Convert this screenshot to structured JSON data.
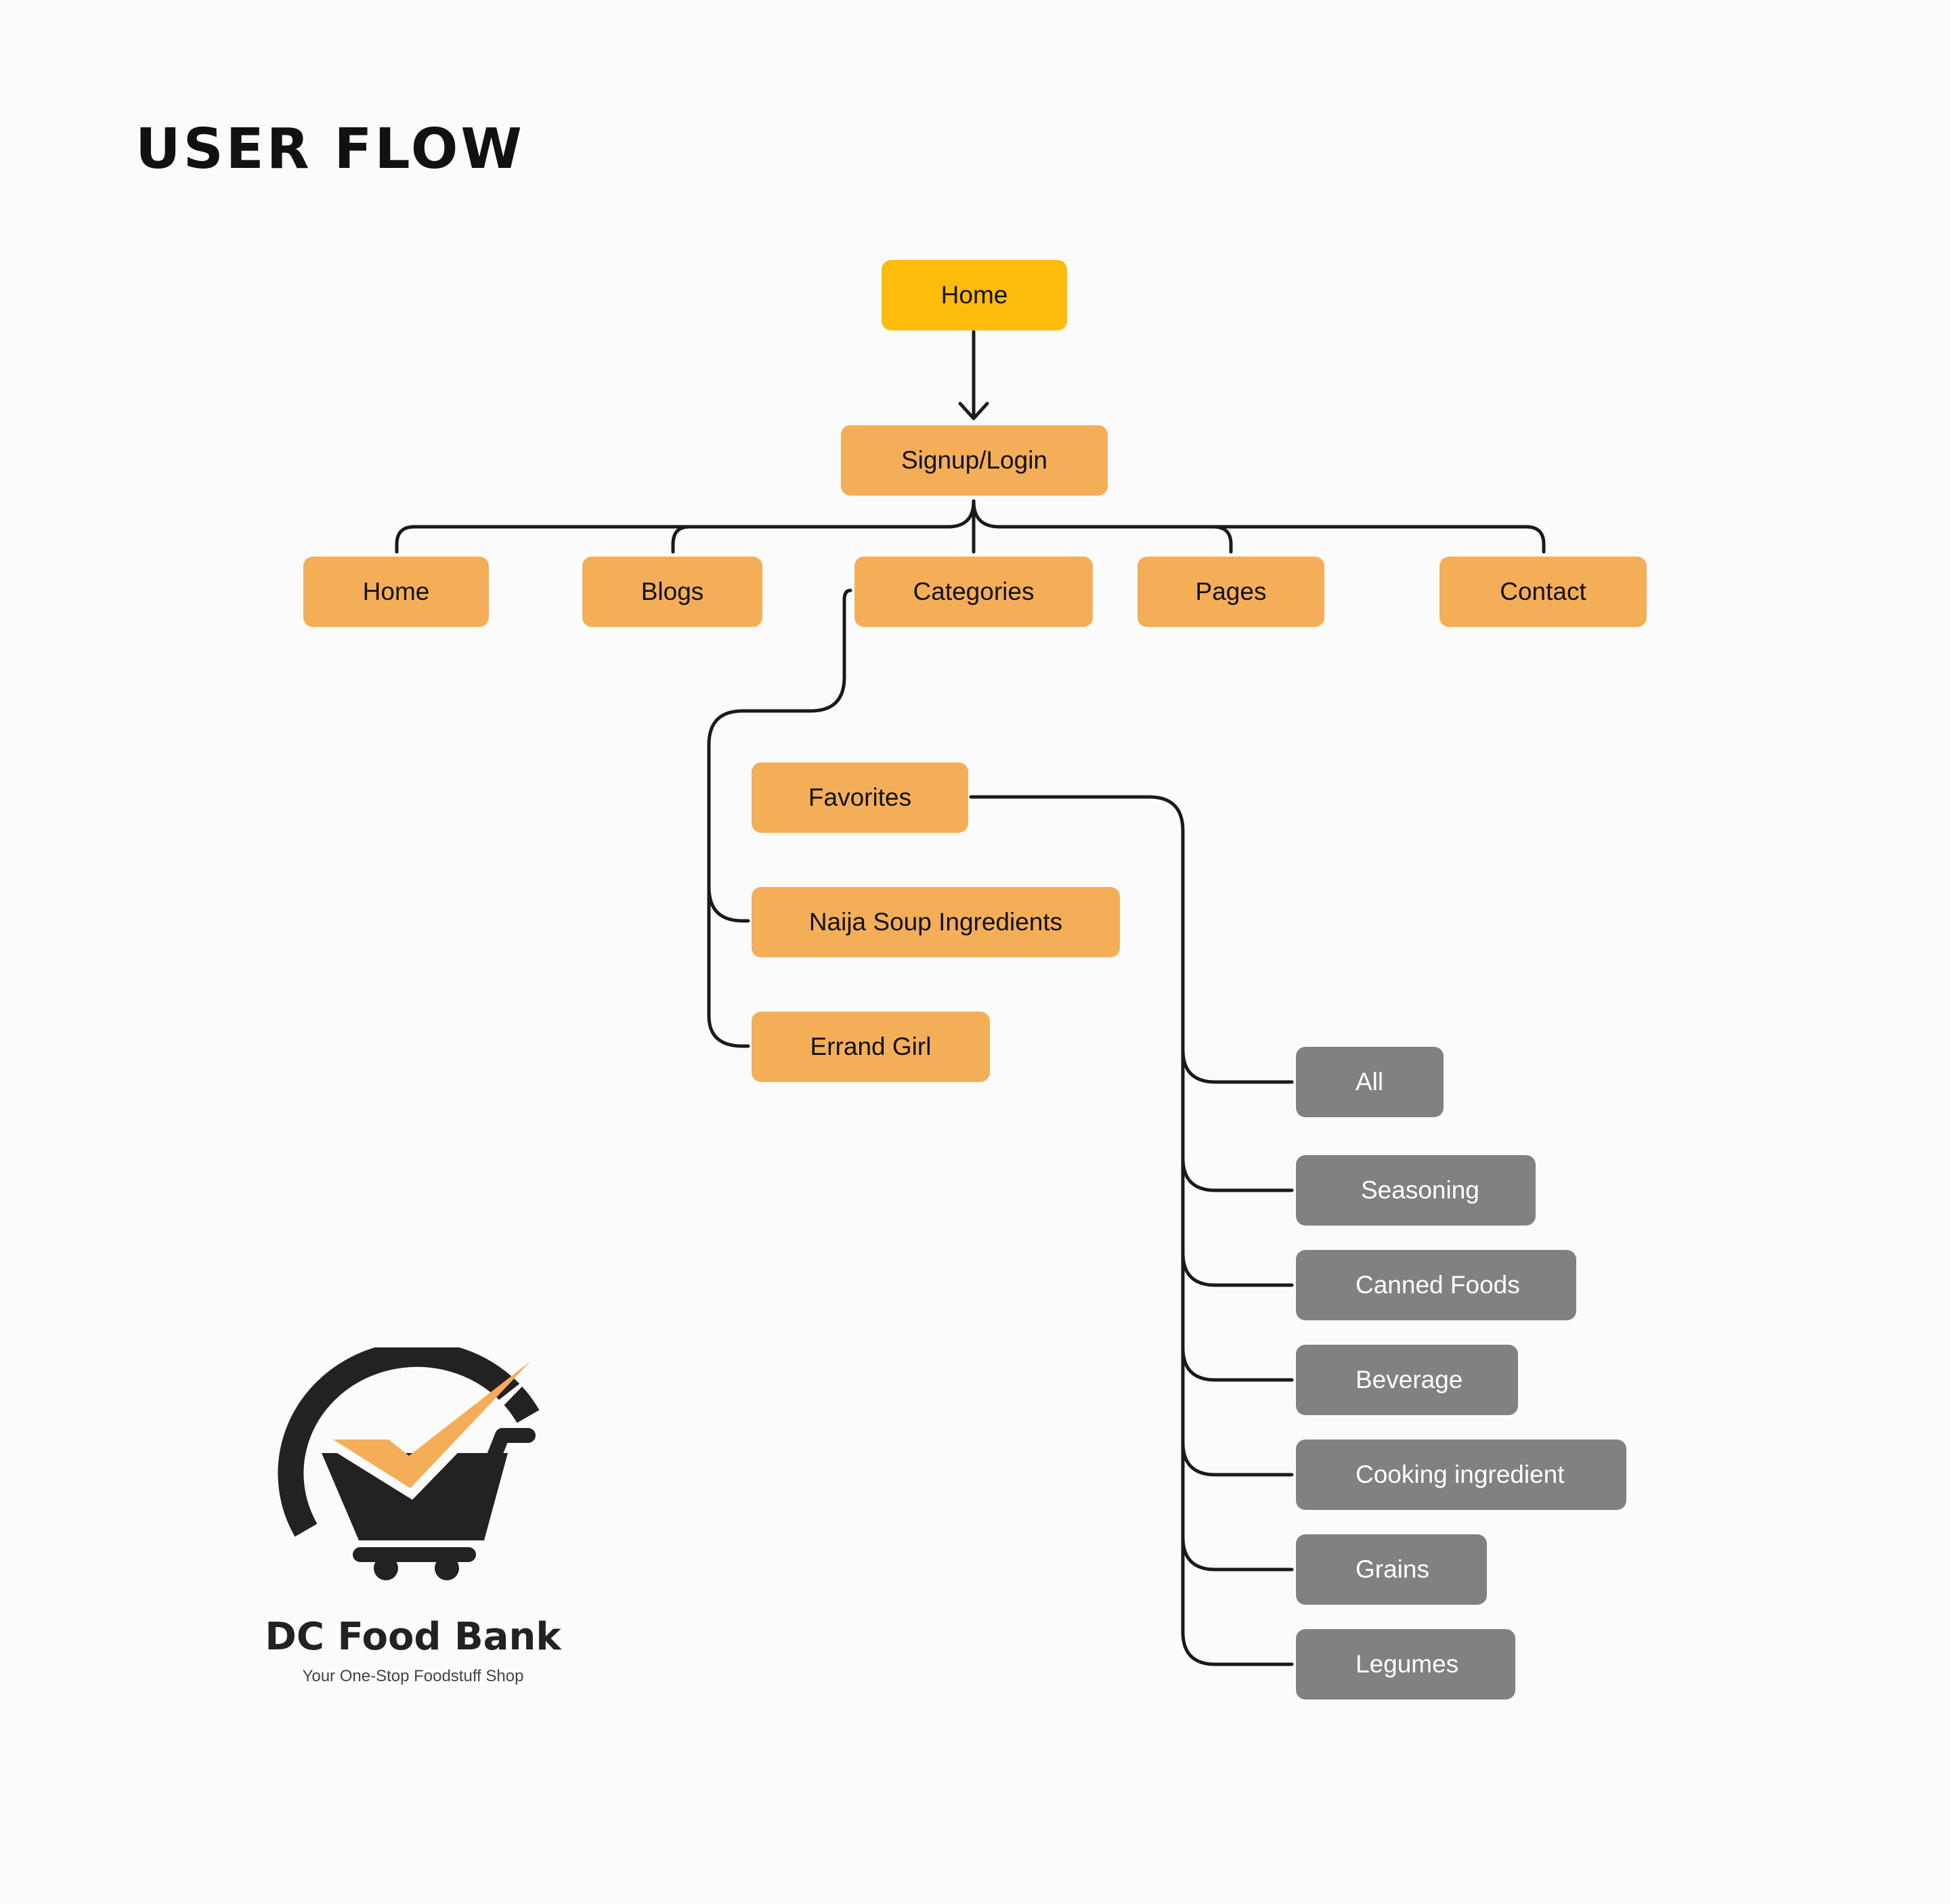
{
  "title": "USER FLOW",
  "root": {
    "label": "Home"
  },
  "auth": {
    "label": "Signup/Login"
  },
  "nav": [
    {
      "label": "Home"
    },
    {
      "label": "Blogs"
    },
    {
      "label": "Categories"
    },
    {
      "label": "Pages"
    },
    {
      "label": "Contact"
    }
  ],
  "categories": [
    {
      "label": "Favorites"
    },
    {
      "label": "Naija Soup Ingredients"
    },
    {
      "label": "Errand Girl"
    }
  ],
  "favorites": [
    {
      "label": "All"
    },
    {
      "label": "Seasoning"
    },
    {
      "label": "Canned Foods"
    },
    {
      "label": "Beverage"
    },
    {
      "label": "Cooking ingredient"
    },
    {
      "label": "Grains"
    },
    {
      "label": "Legumes"
    }
  ],
  "brand": {
    "name": "DC Food Bank",
    "tagline": "Your One-Stop Foodstuff Shop"
  },
  "colors": {
    "accent_yellow": "#fdbb0c",
    "accent_orange": "#f5ae58",
    "leaf_gray": "#818181",
    "line": "#1a1a1a"
  }
}
